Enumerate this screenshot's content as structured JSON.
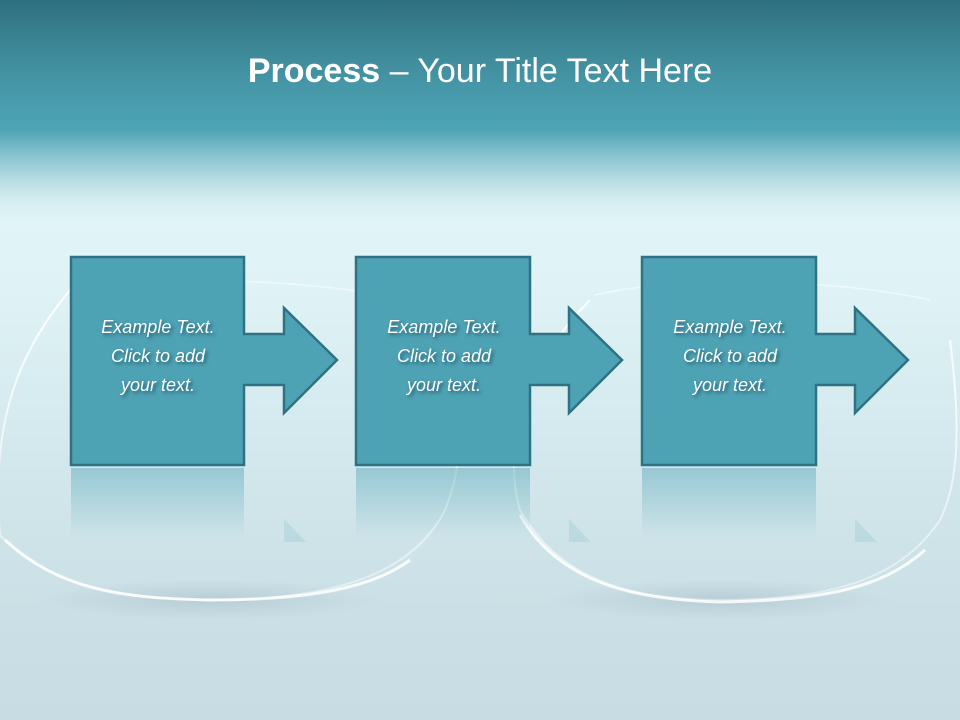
{
  "slide": {
    "title_bold": "Process",
    "title_rest": " – Your Title Text Here"
  },
  "steps": [
    {
      "line1": "Example Text.",
      "line2": "Click  to add",
      "line3": "your text."
    },
    {
      "line1": "Example Text.",
      "line2": "Click  to add",
      "line3": "your text."
    },
    {
      "line1": "Example Text.",
      "line2": "Click  to add",
      "line3": "your text."
    }
  ],
  "colors": {
    "shape_fill": "#4da2b4",
    "shape_stroke": "#2f7283",
    "title_text": "#ffffff",
    "header_band": "#4697a8"
  }
}
